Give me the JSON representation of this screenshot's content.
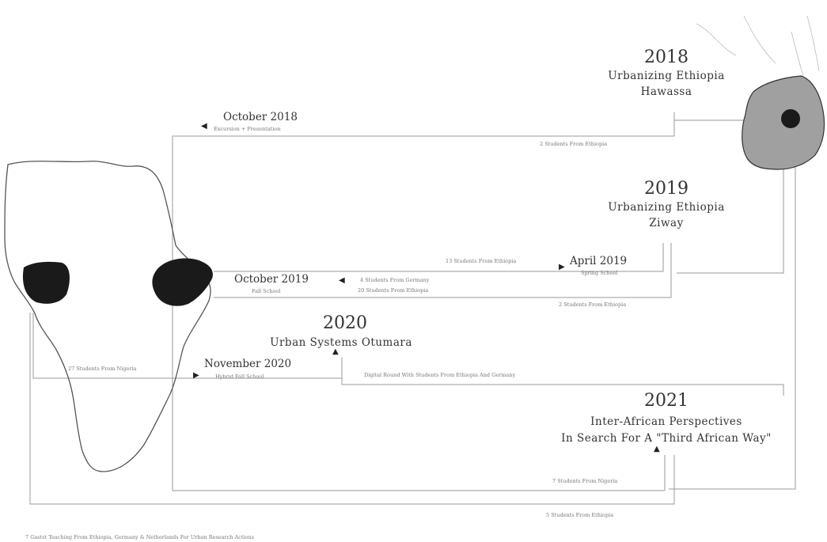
{
  "projects": [
    {
      "id": "p2018",
      "year": "2018",
      "title": "Urbanizing Ethiopia",
      "place": "Hawassa"
    },
    {
      "id": "p2019",
      "year": "2019",
      "title": "Urbanizing Ethiopia",
      "place": "Ziway"
    },
    {
      "id": "p2020",
      "year": "2020",
      "title": "Urban Systems Otumara"
    },
    {
      "id": "p2021",
      "year": "2021",
      "title": "Inter-African Perspectives",
      "subtitle": "In Search For A \"Third African Way\""
    }
  ],
  "events": {
    "oct2018": {
      "date": "October 2018",
      "sub": "Excursion + Presentation"
    },
    "oct2019": {
      "date": "October 2019",
      "sub": "Fall School"
    },
    "apr2019": {
      "date": "April 2019",
      "sub": "Spring School"
    },
    "nov2020": {
      "date": "November 2020",
      "sub": "Hybrid Fall School"
    }
  },
  "notes": {
    "n2018": "2 Students From Ethiopia",
    "n2019_apr": "13 Students From Ethiopia",
    "n2019_germany": "4 Students From Germany",
    "n2019_ethiopia": "20 Students From Ethiopia",
    "n2019_lower": "2 Students From Ethiopia",
    "n2020_nigeria": "27 Students From Nigeria",
    "n2020_digital": "Digital Round With Students From Ethiopia And Germany",
    "n2021_nigeria": "7 Students From Nigeria",
    "n2021_ethiopia": "5 Students From Ethiopia",
    "footer": "7 Gastst Teaching From Ethiopia, Germany & Netherlands For Urban Research Actions"
  },
  "colors": {
    "line": "#8a8a8a",
    "country_dark": "#1a1a1a",
    "region_gray": "#a0a0a0",
    "text": "#333333"
  }
}
